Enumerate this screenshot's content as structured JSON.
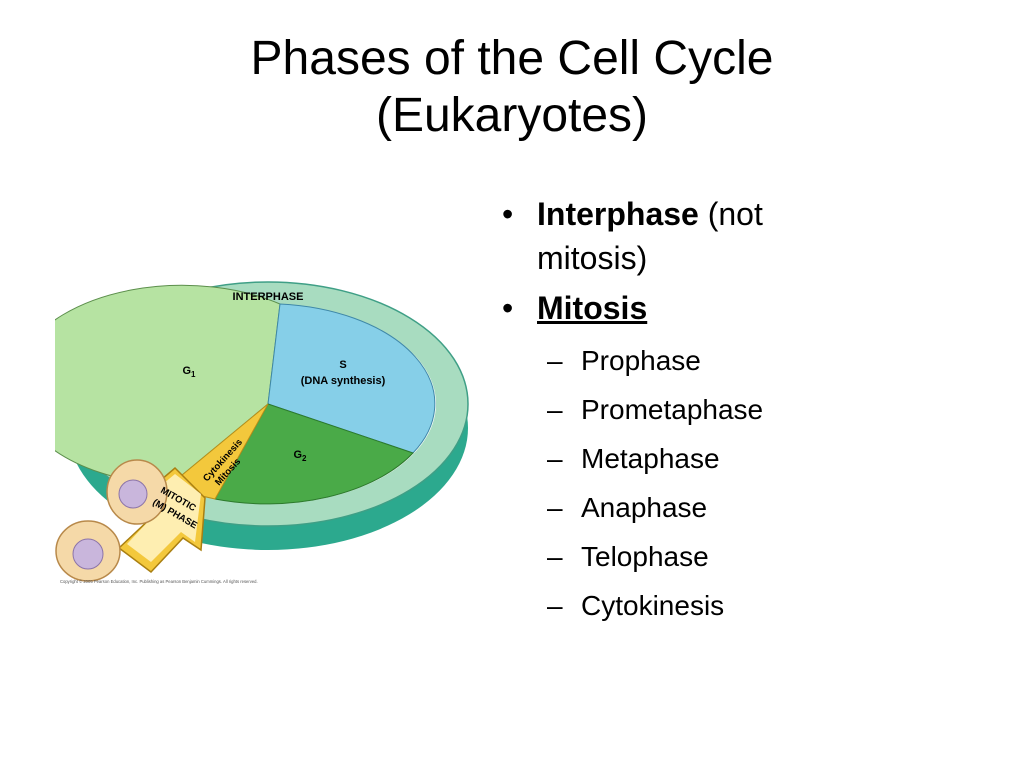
{
  "title": {
    "line1": "Phases of the Cell Cycle",
    "line2": "(Eukaryotes)"
  },
  "diagram": {
    "ring_label": "INTERPHASE",
    "g1_label": "G",
    "g1_sub": "1",
    "s_label": "S",
    "s_sub_label": "(DNA synthesis)",
    "g2_label": "G",
    "g2_sub": "2",
    "cytokinesis_label": "Cytokinesis",
    "mitosis_label": "Mitosis",
    "mitotic_line1": "MITOTIC",
    "mitotic_line2": "(M) PHASE",
    "copyright": "Copyright © 2005 Pearson Education, Inc. Publishing as Pearson Benjamin Cummings. All rights reserved.",
    "colors": {
      "g1": "#b6e3a2",
      "s": "#86cfe8",
      "g2": "#4aaa48",
      "ring": "#a8dcc0",
      "ring_side": "#2ca98e",
      "mitotic": "#f3c83c",
      "cell": "#f5d9a8",
      "nucleus": "#c9b6dc"
    }
  },
  "bullets": [
    {
      "term": "Interphase",
      "rest_line1": " (not",
      "rest_line2": "mitosis)"
    },
    {
      "term": "Mitosis"
    }
  ],
  "mitosis_steps": [
    "Prophase",
    "Prometaphase",
    "Metaphase",
    "Anaphase",
    "Telophase",
    "Cytokinesis"
  ],
  "glyphs": {
    "bullet": "•",
    "dash": "–"
  }
}
